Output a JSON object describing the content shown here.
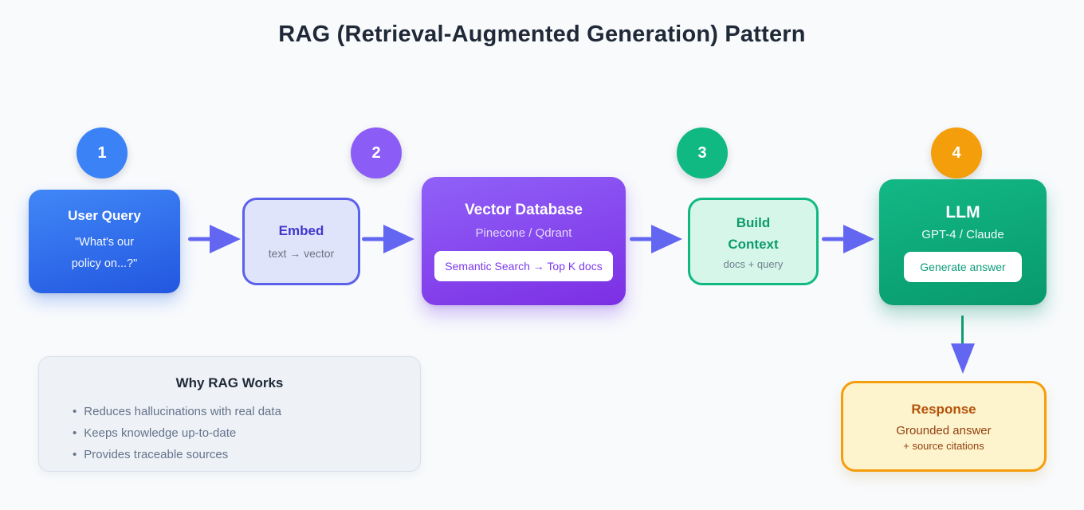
{
  "title": "RAG (Retrieval-Augmented Generation) Pattern",
  "steps": [
    {
      "number": "1",
      "color": "#3b82f6"
    },
    {
      "number": "2",
      "color": "#8b5cf6"
    },
    {
      "number": "3",
      "color": "#10b981"
    },
    {
      "number": "4",
      "color": "#f59e0b"
    }
  ],
  "flow": {
    "user_query": {
      "title": "User Query",
      "subtitle": "\"What's our policy on...?\""
    },
    "embed": {
      "title": "Embed",
      "subtitle": "text → vector"
    },
    "vector_db": {
      "title": "Vector Database",
      "subtitle": "Pinecone / Qdrant",
      "badge": "Semantic Search → Top K docs"
    },
    "build_context": {
      "title": "Build Context",
      "subtitle": "docs + query"
    },
    "llm": {
      "title": "LLM",
      "subtitle": "GPT-4 / Claude",
      "badge": "Generate answer"
    },
    "response": {
      "title": "Response",
      "subtitle": "Grounded answer",
      "subtitle2": "+ source citations"
    }
  },
  "why_panel": {
    "title": "Why RAG Works",
    "bullet_char": "•",
    "bullets": [
      "Reduces hallucinations with real data",
      "Keeps knowledge up-to-date",
      "Provides traceable sources"
    ]
  },
  "colors": {
    "background": "#f8fafc",
    "title_text": "#1f2937",
    "arrow": "#6366f1",
    "step_1": "#3b82f6",
    "step_2": "#8b5cf6",
    "step_3": "#10b981",
    "step_4": "#f59e0b",
    "user_query_gradient_start": "#4187f7",
    "user_query_gradient_end": "#2257e0",
    "embed_bg": "#dfe4fb",
    "embed_border": "#5c61ea",
    "embed_title_text": "#4338ca",
    "vector_db_gradient_start": "#9061f8",
    "vector_db_gradient_end": "#7c2fe4",
    "vector_db_badge_text": "#7c3aed",
    "build_context_bg": "#d5f6e8",
    "build_context_border": "#10b981",
    "build_context_title_text": "#0d9b6d",
    "llm_gradient_start": "#13b885",
    "llm_gradient_end": "#08996c",
    "llm_badge_text": "#0d9b7a",
    "response_bg": "#fdf3cd",
    "response_border": "#f59e0b",
    "response_title_text": "#b45309",
    "connector_line_green": "#0f9d6f",
    "panel_bg": "#eef1f6",
    "muted_text": "#64748b"
  }
}
